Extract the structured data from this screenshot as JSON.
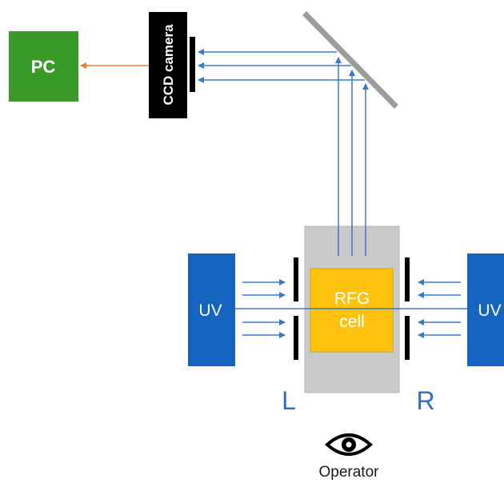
{
  "labels": {
    "pc": "PC",
    "camera": "CCD camera",
    "uv_left": "UV",
    "uv_right": "UV",
    "cell_line1": "RFG",
    "cell_line2": "cell",
    "left_side": "L",
    "right_side": "R",
    "operator": "Operator"
  },
  "icons": {
    "operator": "eye-icon"
  },
  "colors": {
    "pc_fill": "#3a9a28",
    "uv_fill": "#1565c0",
    "cell_fill": "#ffc20e",
    "housing_fill": "#c9c9c9",
    "beam": "#3a78c9",
    "signal": "#ee7d31",
    "mirror": "#9c9c9c",
    "camera_fill": "#000000"
  }
}
